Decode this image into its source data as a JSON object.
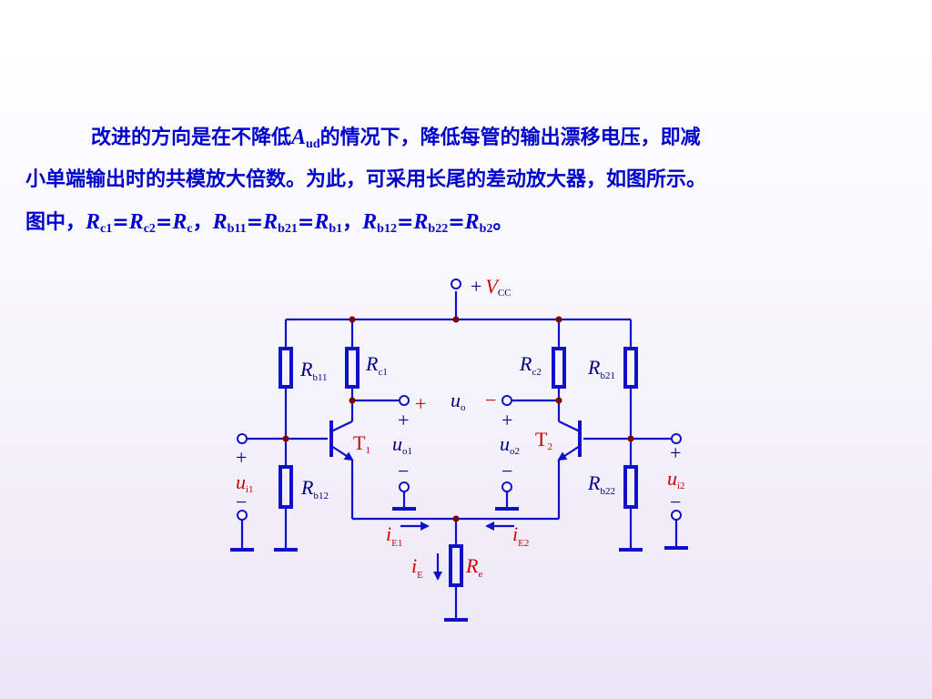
{
  "text": {
    "l1_a": "改进的方向是在不降低",
    "l1_A": "A",
    "l1_Asub": "ud",
    "l1_b": "的情况下，降低每管的输出漂移电压，即减",
    "l2": "小单端输出时的共模放大倍数。为此，可采用长尾的差动放大器，如图所示。",
    "l3_pre": "图中，",
    "R": "R",
    "eq": "=",
    "comma": "，",
    "period": "。",
    "c1": "c1",
    "c2": "c2",
    "c": "c",
    "b11": "b11",
    "b21": "b21",
    "b1": "b1",
    "b12": "b12",
    "b22": "b22",
    "b2": "b2"
  },
  "circuit": {
    "vcc_plus": "+",
    "vcc_V": "V",
    "vcc_sub": "CC",
    "R": "R",
    "rb11": "b11",
    "rc1": "c1",
    "rc2": "c2",
    "rb21": "b21",
    "rb12": "b12",
    "rb22": "b22",
    "re": "e",
    "t1": "T",
    "t1_sub": "1",
    "t2": "T",
    "t2_sub": "2",
    "u": "u",
    "uo": "o",
    "uo1": "o1",
    "uo2": "o2",
    "ui1": "i1",
    "ui2": "i2",
    "i": "i",
    "ie1": "E1",
    "ie2": "E2",
    "ie": "E",
    "plus": "+",
    "minus": "−"
  }
}
